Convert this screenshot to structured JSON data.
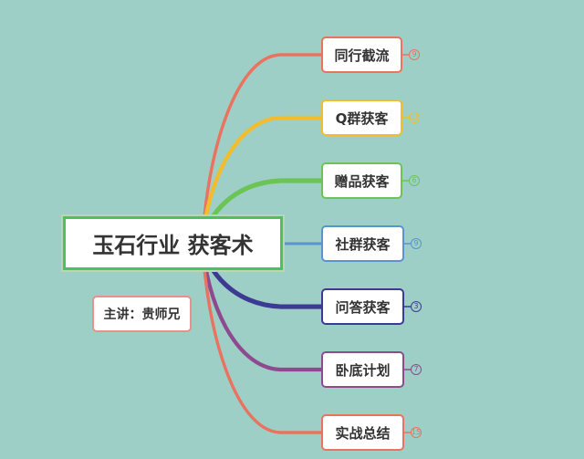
{
  "central": {
    "title": "玉石行业 获客术"
  },
  "speaker": {
    "label": "主讲：贵师兄"
  },
  "branches": [
    {
      "label": "同行截流",
      "count": "9",
      "color": "#e9735f"
    },
    {
      "label": "Q群获客",
      "count": "12",
      "color": "#f2bd2d"
    },
    {
      "label": "赠品获客",
      "count": "6",
      "color": "#6cc457"
    },
    {
      "label": "社群获客",
      "count": "9",
      "color": "#5a93d0"
    },
    {
      "label": "问答获客",
      "count": "3",
      "color": "#3d3a94"
    },
    {
      "label": "卧底计划",
      "count": "7",
      "color": "#8e4a8e"
    },
    {
      "label": "实战总结",
      "count": "15",
      "color": "#e9735f"
    }
  ]
}
